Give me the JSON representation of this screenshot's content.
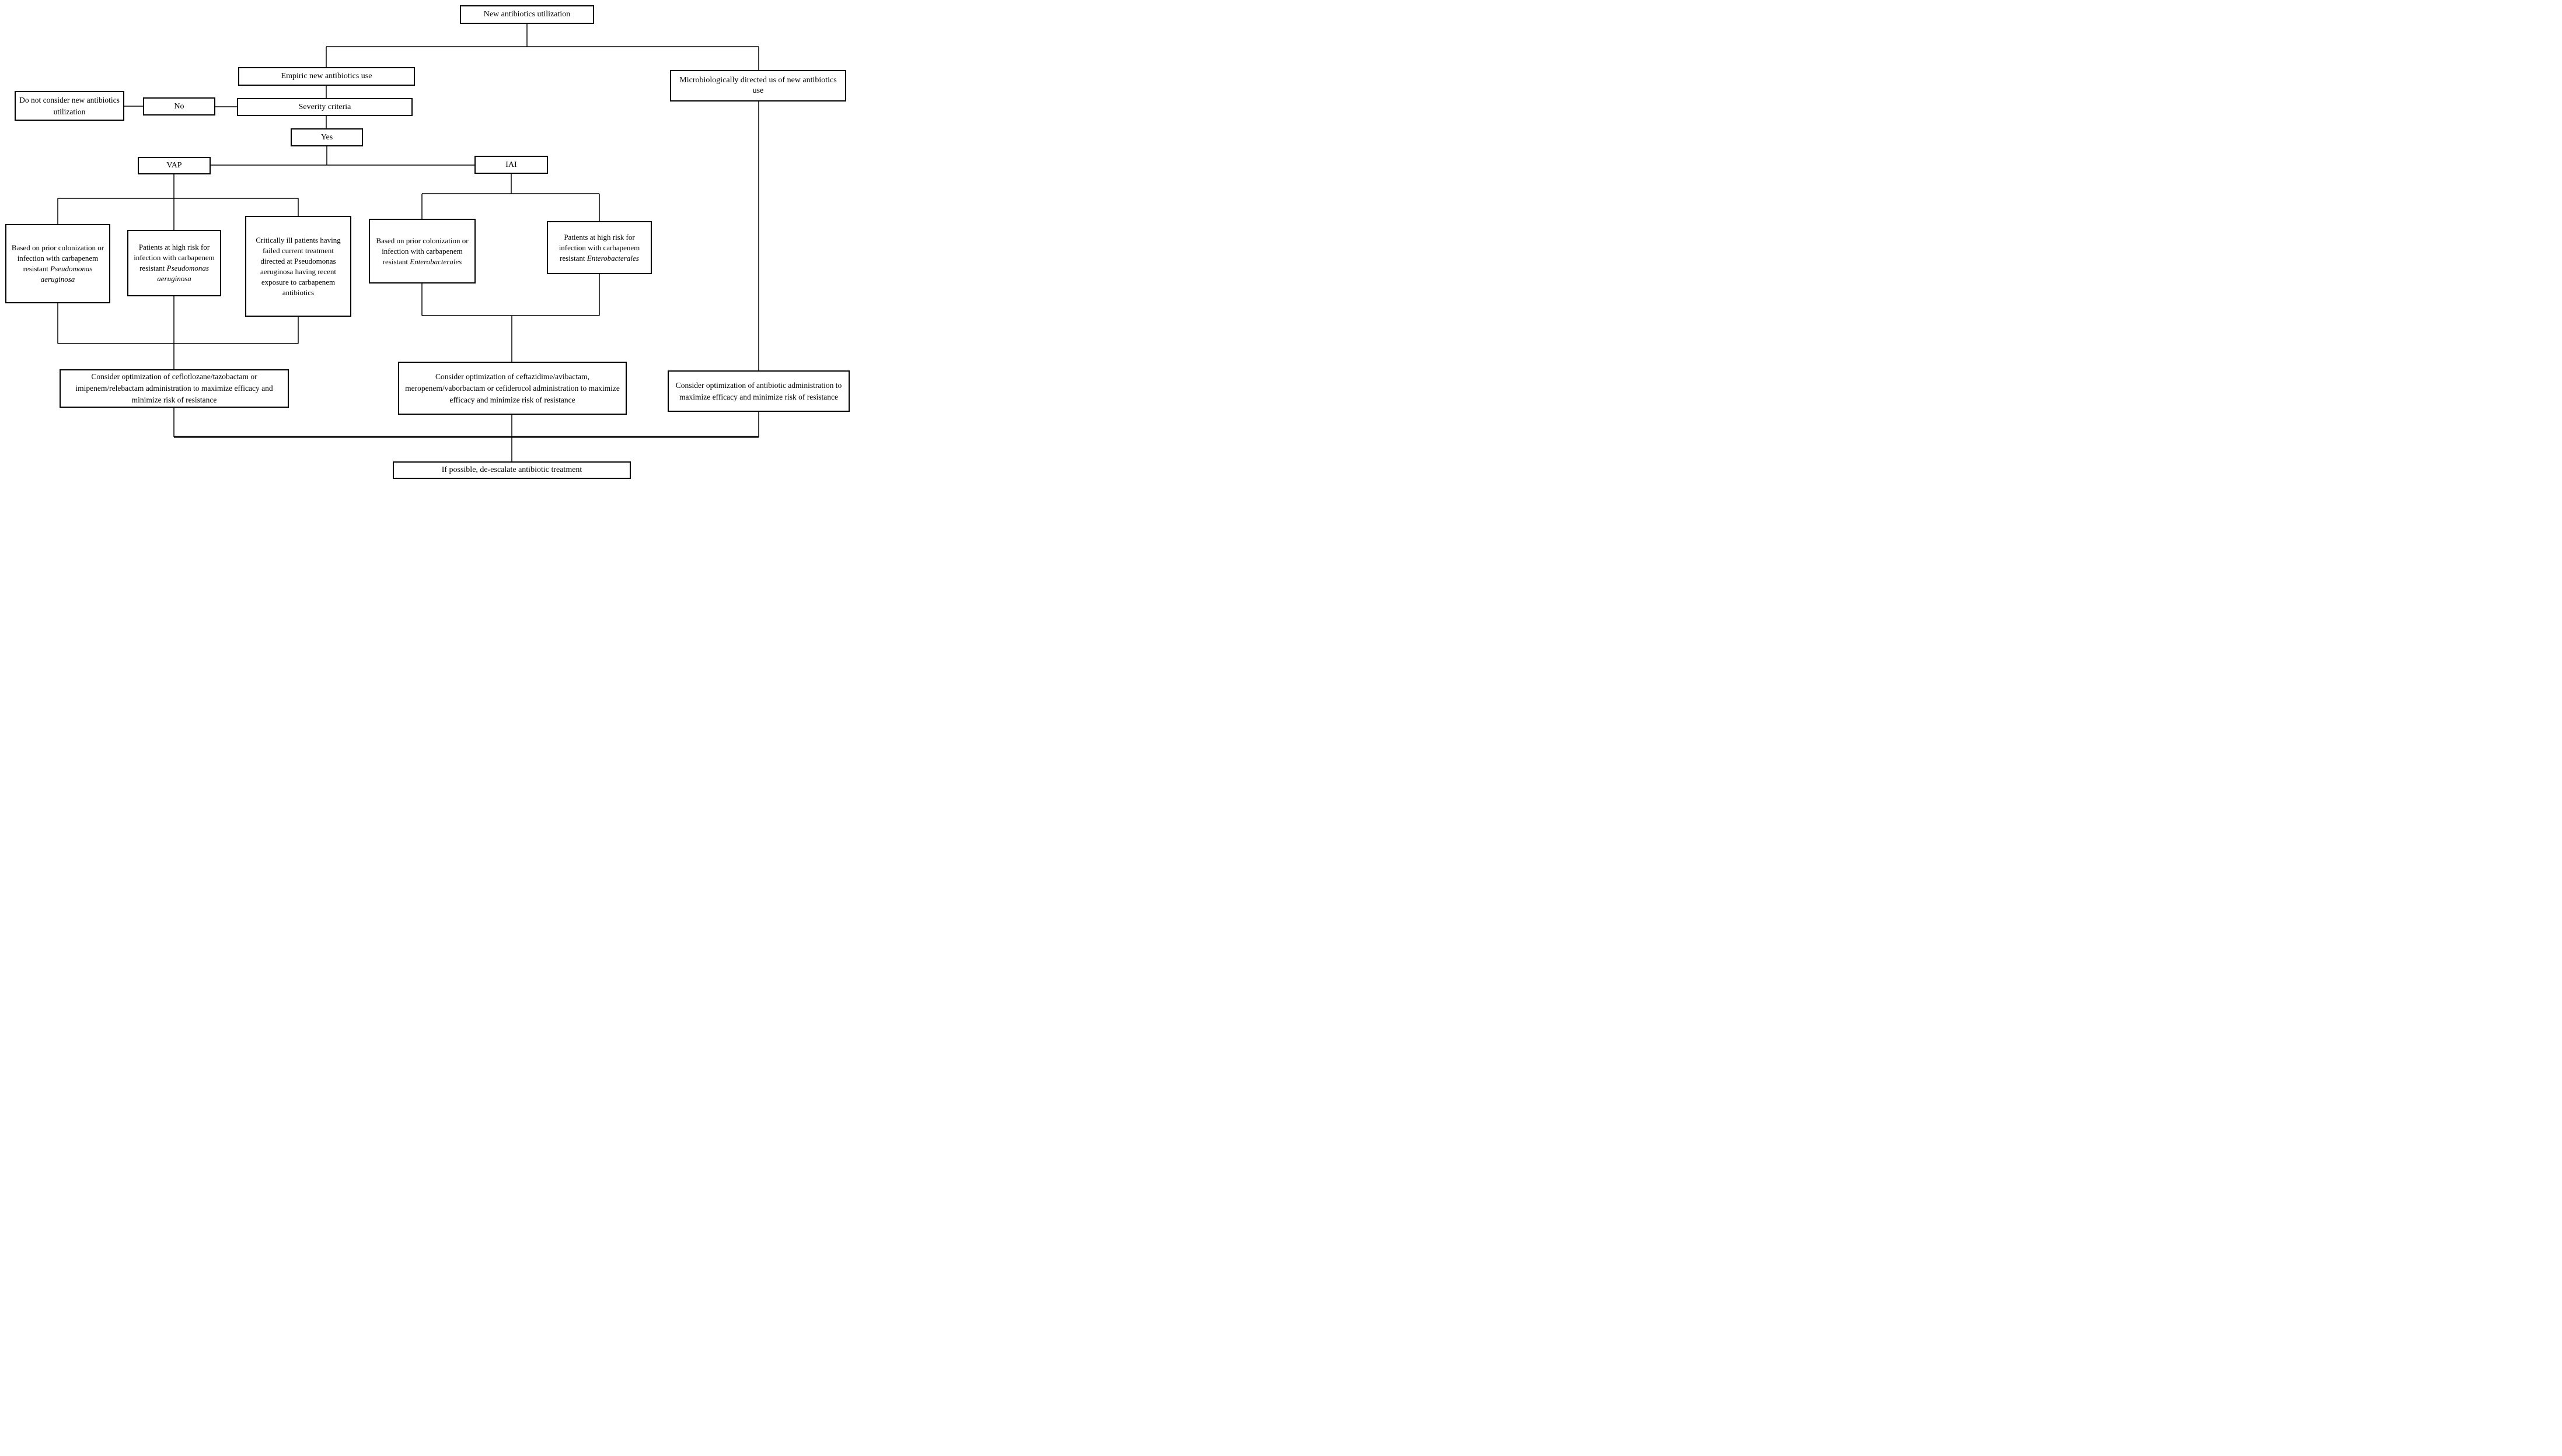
{
  "diagram": {
    "description": "Flowchart for new antibiotics utilization decision pathway",
    "colors": {
      "line": "#000000",
      "box_border": "#000000",
      "background": "#ffffff",
      "text": "#000000"
    },
    "nodes": {
      "new_antibiotics": {
        "label": "New antibiotics utilization"
      },
      "empiric": {
        "label": "Empiric new antibiotics use"
      },
      "micro": {
        "label": "Microbiologically directed us of new antibiotics use"
      },
      "do_not": {
        "label": "Do not consider new antibiotics utilization"
      },
      "no": {
        "label": "No"
      },
      "severity": {
        "label": "Severity criteria"
      },
      "yes": {
        "label": "Yes"
      },
      "vap": {
        "label": "VAP"
      },
      "iai": {
        "label": "IAI"
      },
      "vap_risk1": {
        "label": "Based on prior colonization or infection with carbapenem resistant",
        "italic": "Pseudomonas aeruginosa"
      },
      "vap_risk2": {
        "label": "Patients at high risk for infection with carbapenem resistant",
        "italic": "Pseudomonas aeruginosa"
      },
      "vap_risk3": {
        "label": "Critically ill patients having failed current treatment directed at Pseudomonas aeruginosa having recent exposure to carbapenem antibiotics"
      },
      "iai_risk1": {
        "label": "Based on prior colonization or infection with carbapenem resistant",
        "italic": "Enterobacterales"
      },
      "iai_risk2": {
        "label": "Patients at high risk for infection with carbapenem resistant",
        "italic": "Enterobacterales"
      },
      "consider_vap": {
        "label": "Consider optimization of ceflotlozane/tazobactam or imipenem/relebactam administration to maximize efficacy and minimize risk of resistance"
      },
      "consider_iai": {
        "label": "Consider optimization of ceftazidime/avibactam, meropenem/vaborbactam or cefiderocol administration to maximize efficacy and minimize risk of resistance"
      },
      "consider_micro": {
        "label": "Consider optimization of antibiotic administration to maximize efficacy and minimize risk of resistance"
      },
      "deescalate": {
        "label": "If possible, de-escalate antibiotic treatment"
      }
    }
  }
}
